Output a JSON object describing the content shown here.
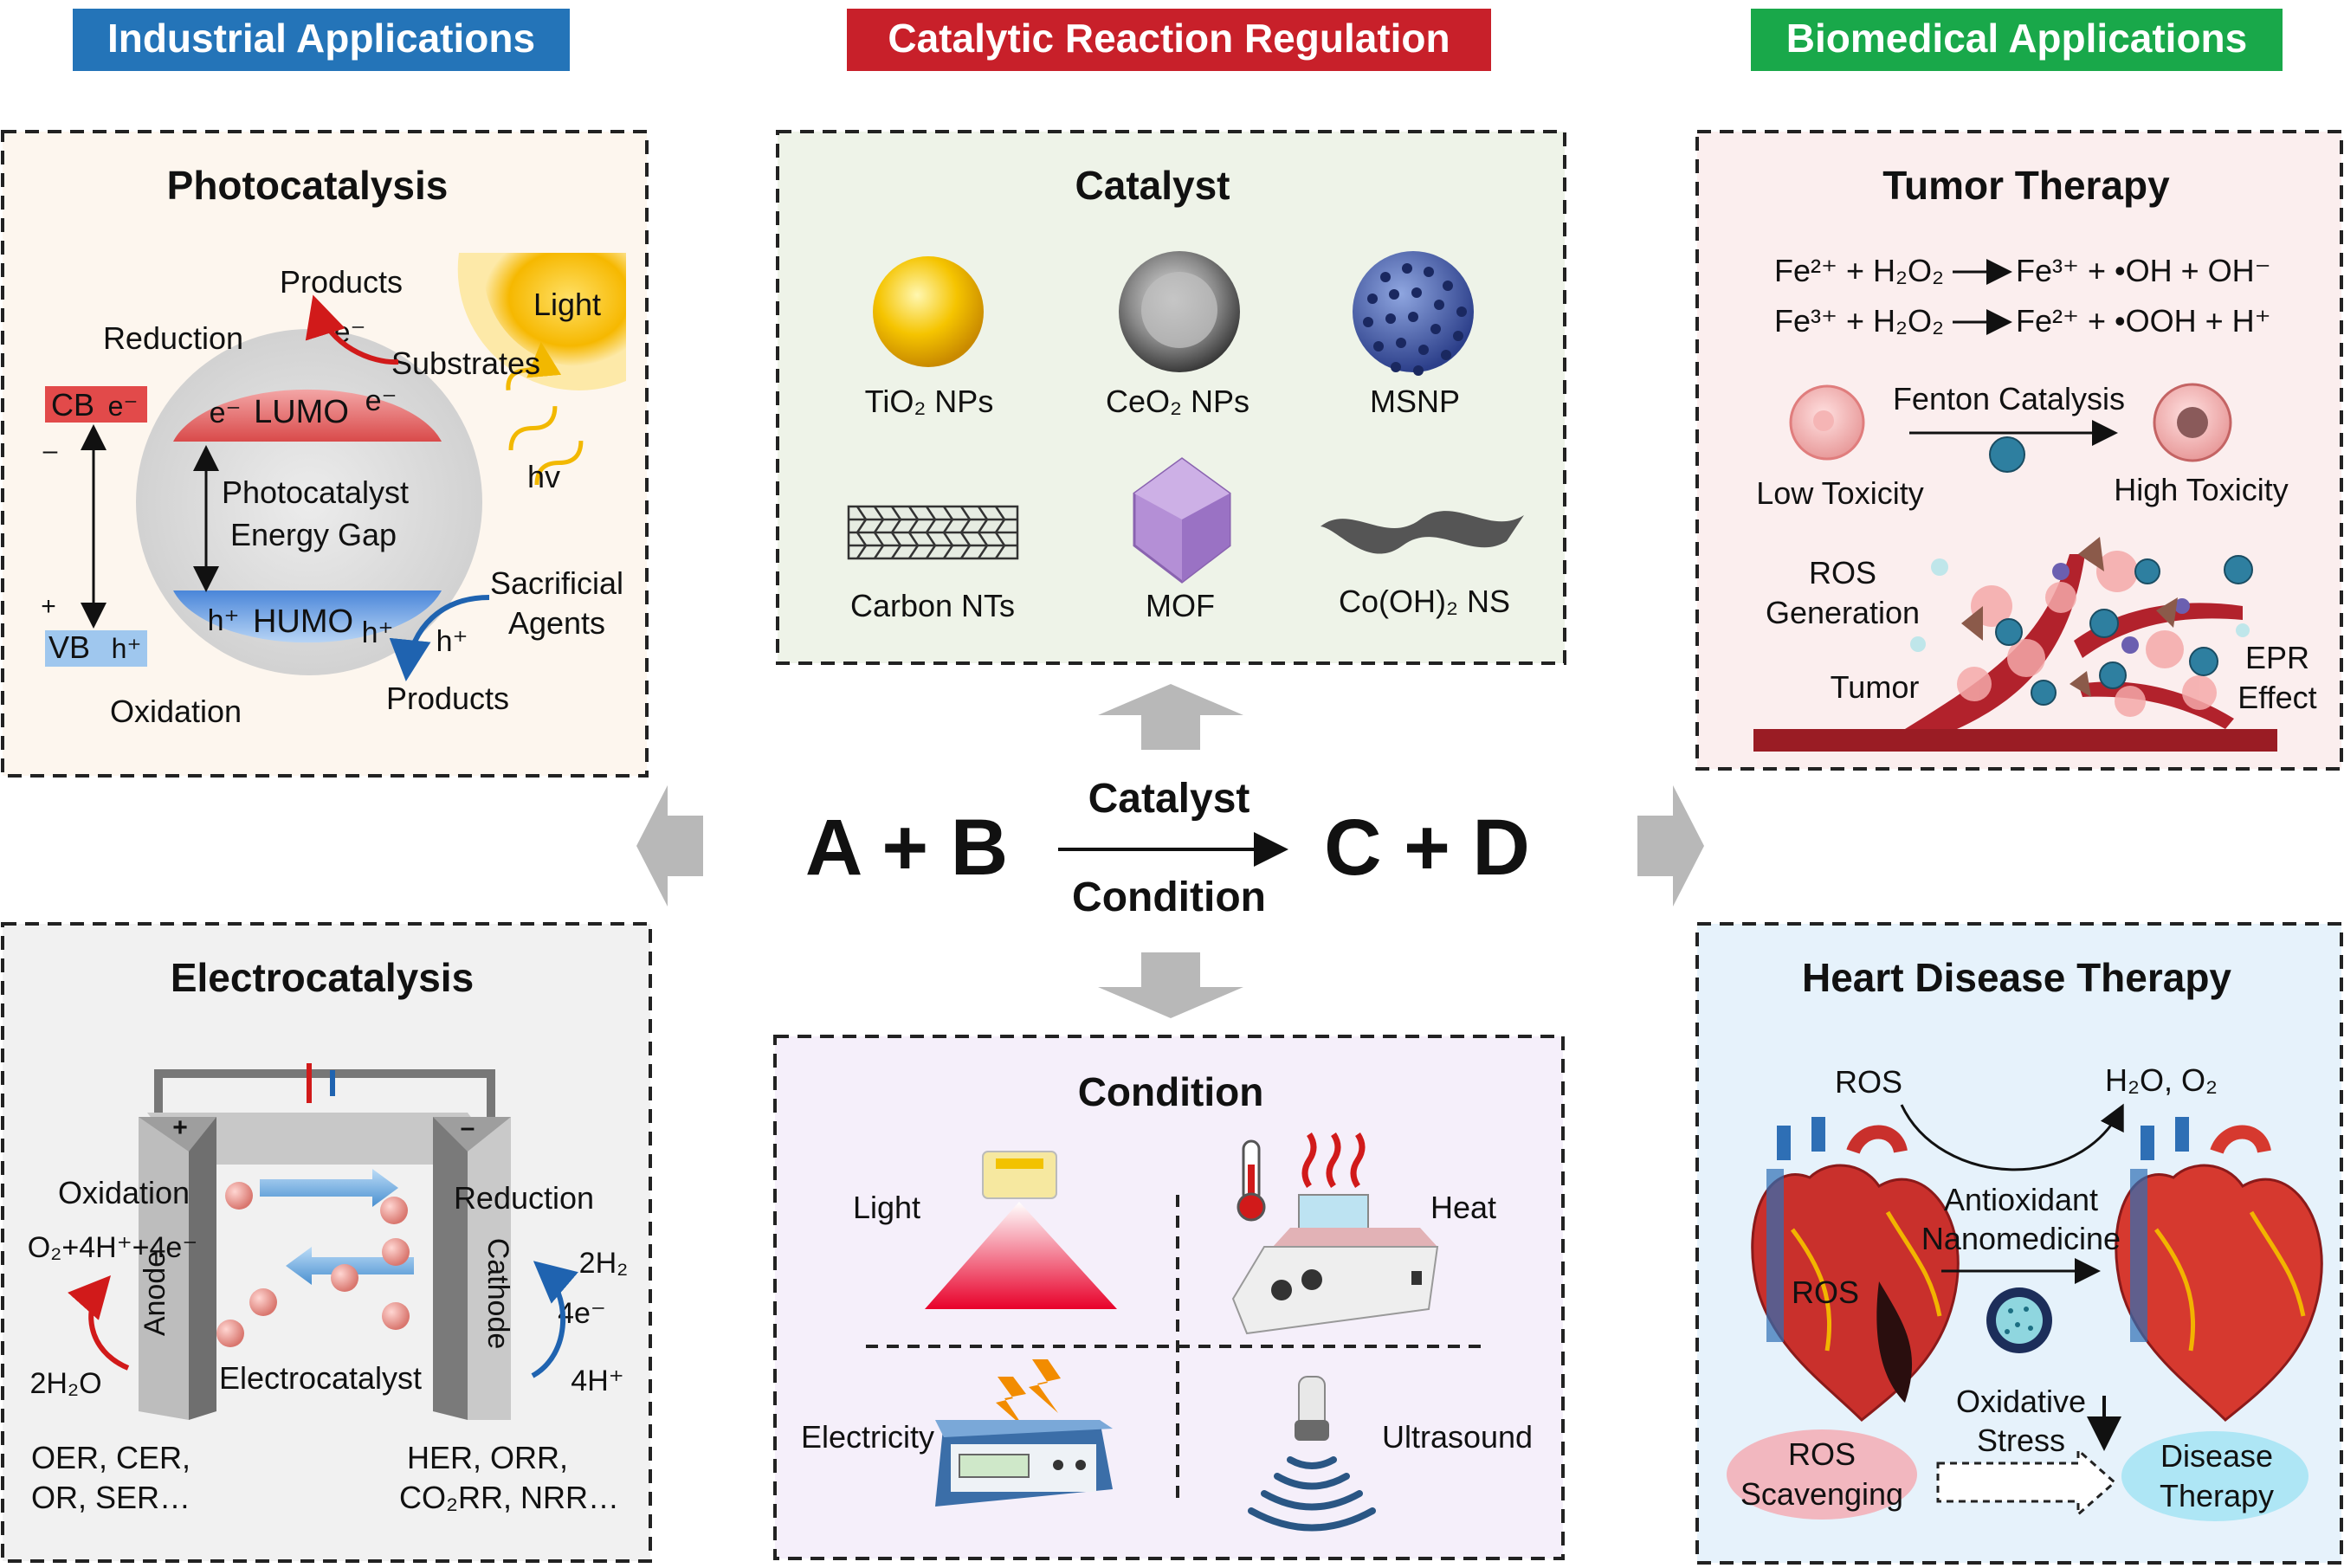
{
  "headers": {
    "industrial": "Industrial Applications",
    "catalytic": "Catalytic Reaction Regulation",
    "biomedical": "Biomedical Applications"
  },
  "colors": {
    "industrial": "#2474b8",
    "catalytic": "#c8202a",
    "biomedical": "#19a84a",
    "arrow": "#b8b8b8"
  },
  "center": {
    "left": "A + B",
    "right": "C + D",
    "above_arrow": "Catalyst",
    "below_arrow": "Condition"
  },
  "photocatalysis": {
    "title": "Photocatalysis",
    "products_top": "Products",
    "reduction": "Reduction",
    "e_minus": "e⁻",
    "substrates": "Substrates",
    "light": "Light",
    "cb": "CB",
    "cb_e": "e⁻",
    "minus": "–",
    "plus": "+",
    "lumo_e1": "e⁻",
    "lumo": "LUMO",
    "lumo_e2": "e⁻",
    "photocatalyst": "Photocatalyst",
    "energy_gap": "Energy Gap",
    "hv": "hv",
    "sacrificial": "Sacrificial",
    "agents": "Agents",
    "vb": "VB",
    "vb_h": "h⁺",
    "humo_h1": "h⁺",
    "humo": "HUMO",
    "humo_h2": "h⁺",
    "h_plus": "h⁺",
    "products_bottom": "Products",
    "oxidation": "Oxidation"
  },
  "electrocatalysis": {
    "title": "Electrocatalysis",
    "plus": "+",
    "minus": "–",
    "oxidation": "Oxidation",
    "reduction": "Reduction",
    "o2_eq": "O₂+4H⁺+4e⁻",
    "anode": "Anode",
    "cathode": "Cathode",
    "h2o": "2H₂O",
    "h2": "2H₂",
    "four_e": "4e⁻",
    "four_h": "4H⁺",
    "electrocatalyst": "Electrocatalyst",
    "left_list_1": "OER, CER,",
    "left_list_2": "OR, SER…",
    "right_list_1": "HER, ORR,",
    "right_list_2": "CO₂RR, NRR…"
  },
  "catalyst": {
    "title": "Catalyst",
    "items": [
      "TiO₂ NPs",
      "CeO₂ NPs",
      "MSNP",
      "Carbon NTs",
      "MOF",
      "Co(OH)₂ NS"
    ]
  },
  "condition": {
    "title": "Condition",
    "light": "Light",
    "heat": "Heat",
    "electricity": "Electricity",
    "ultrasound": "Ultrasound"
  },
  "tumor": {
    "title": "Tumor Therapy",
    "eq1_left": "Fe²⁺ + H₂O₂",
    "eq1_right": "Fe³⁺ + •OH + OH⁻",
    "eq2_left": "Fe³⁺ + H₂O₂",
    "eq2_right": "Fe²⁺ + •OOH + H⁺",
    "fenton": "Fenton Catalysis",
    "low_tox": "Low Toxicity",
    "high_tox": "High Toxicity",
    "ros": "ROS",
    "generation": "Generation",
    "tumor": "Tumor",
    "epr": "EPR",
    "effect": "Effect"
  },
  "heart": {
    "title": "Heart Disease Therapy",
    "ros_top": "ROS",
    "h2o_o2": "H₂O, O₂",
    "antioxidant": "Antioxidant",
    "nanomedicine": "Nanomedicine",
    "ros_heart": "ROS",
    "oxidative": "Oxidative",
    "stress": "Stress",
    "ros_scav_1": "ROS",
    "ros_scav_2": "Scavenging",
    "disease_1": "Disease",
    "disease_2": "Therapy"
  }
}
